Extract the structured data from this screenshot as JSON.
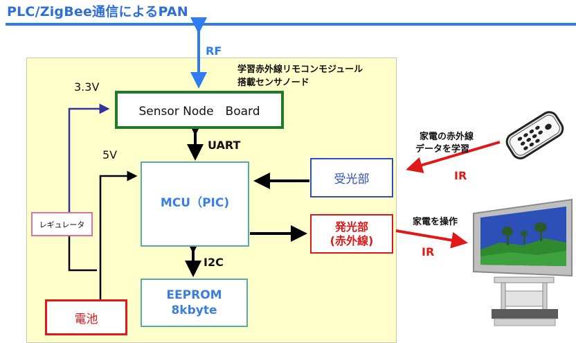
{
  "title": "PLC/ZigBee通信によるPAN",
  "labels": {
    "rf": "RF",
    "module_line1": "学習赤外線リモコンモジュール",
    "module_line2": "搭載センサノード",
    "v33": "3.3V",
    "v5": "5V",
    "uart": "UART",
    "i2c": "I2C",
    "ir_in": "IR",
    "ir_out": "IR",
    "learn_line1": "家電の赤外線",
    "learn_line2": "データを学習",
    "operate": "家電を操作"
  },
  "blocks": {
    "sensor_board": "Sensor Node　Board",
    "mcu": "MCU（PIC)",
    "receiver": "受光部",
    "emitter_line1": "発光部",
    "emitter_line2": "(赤外線)",
    "eeprom_line1": "EEPROM",
    "eeprom_line2": "8kbyte",
    "regulator": "レギュレータ",
    "battery": "電池"
  },
  "colors": {
    "bus": "#2f7bf0",
    "panel": "#ffffcc",
    "sensor_border": "#1f7a2a",
    "teal_border": "#5aa8a8",
    "receiver_border": "#2d4fb8",
    "red": "#e01818",
    "regulator_border": "#e070a0",
    "power_line": "#333399",
    "title": "#2e6fd6"
  }
}
